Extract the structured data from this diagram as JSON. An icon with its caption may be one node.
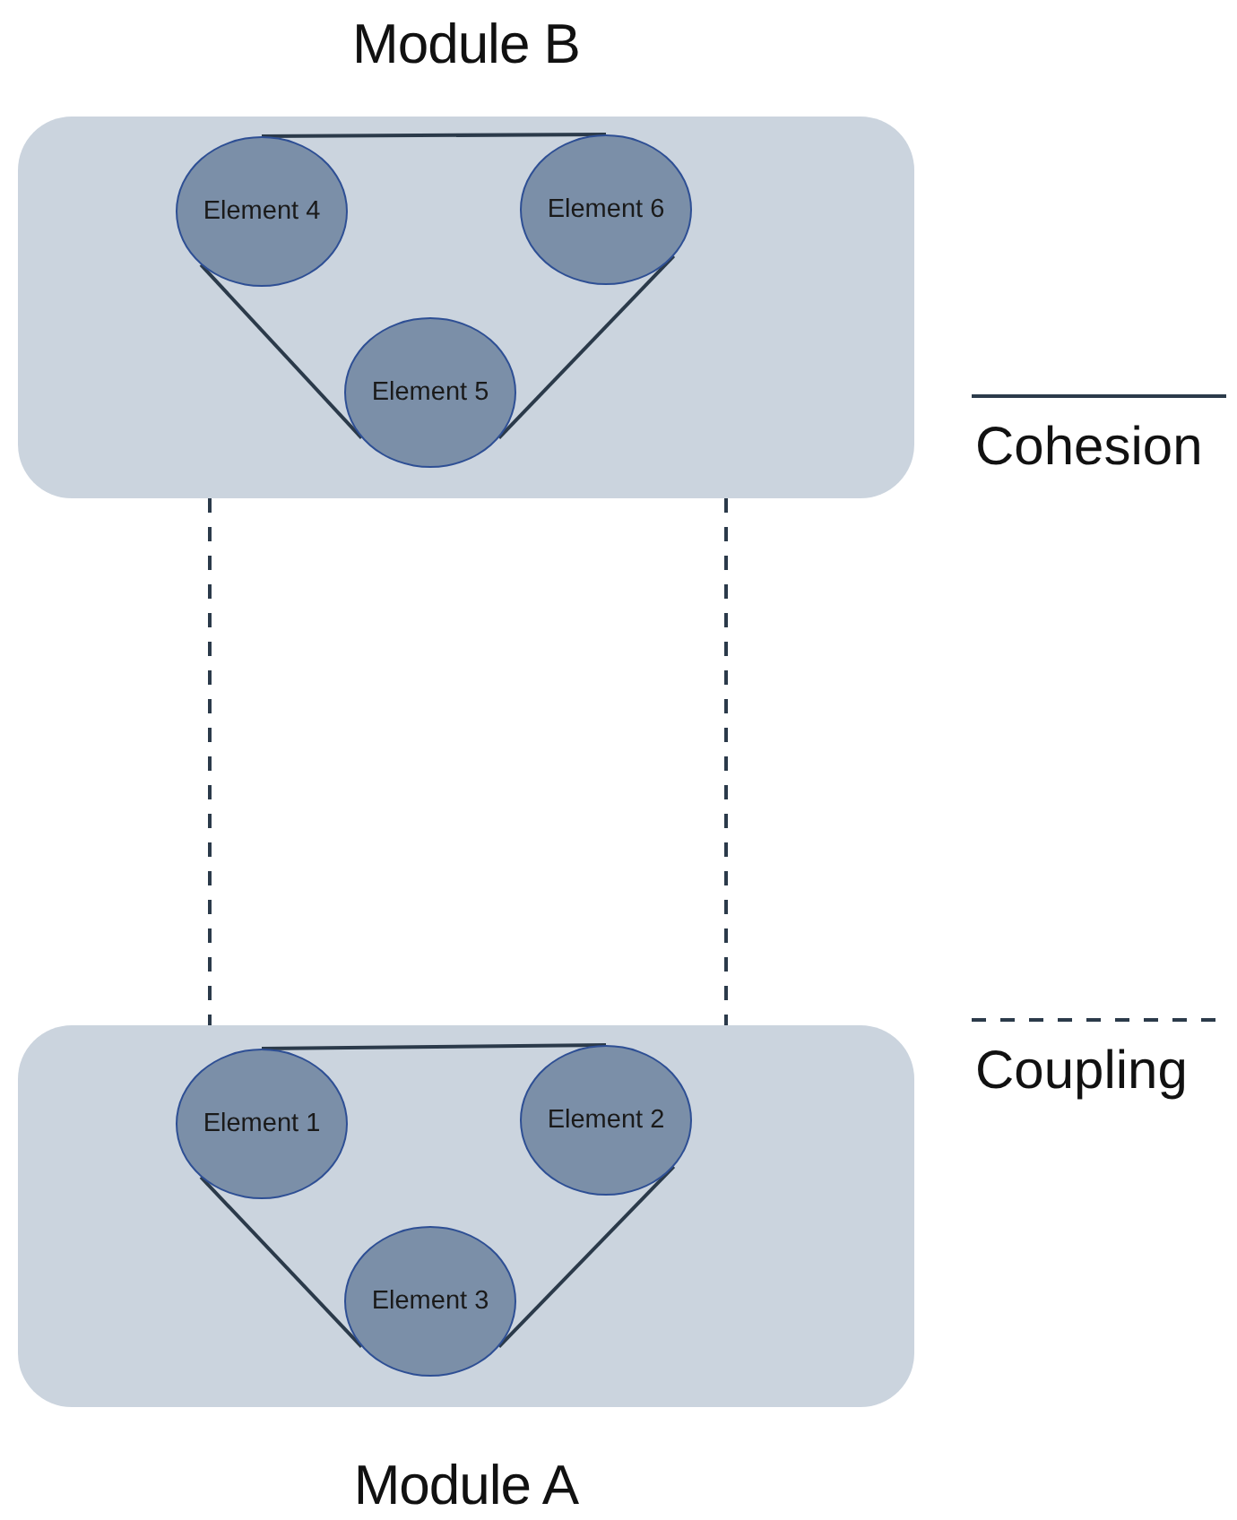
{
  "diagram": {
    "nodes": [
      {
        "text": [
          "Module B"
        ]
      },
      {
        "text": [
          "Element 4"
        ],
        "in": 0
      },
      {
        "text": [
          "Element 6"
        ],
        "in": 0
      },
      {
        "text": [
          "Element 5"
        ],
        "in": 0
      },
      {
        "text": [
          "Module A"
        ]
      },
      {
        "text": [
          "Element 1"
        ],
        "in": 4
      },
      {
        "text": [
          "Element 2"
        ],
        "in": 4
      },
      {
        "text": [
          "Element 3"
        ],
        "in": 4
      }
    ],
    "edges": [
      {
        "from": 1,
        "to": 2,
        "arrow": "none"
      },
      {
        "from": 1,
        "to": 3,
        "arrow": "none"
      },
      {
        "from": 2,
        "to": 3,
        "arrow": "none"
      },
      {
        "from": 5,
        "to": 6,
        "arrow": "none"
      },
      {
        "from": 5,
        "to": 7,
        "arrow": "none"
      },
      {
        "from": 6,
        "to": 7,
        "arrow": "none"
      },
      {
        "from": 0,
        "to": 4,
        "arrow": "none",
        "style": "dashed"
      },
      {
        "from": 0,
        "to": 4,
        "arrow": "none",
        "style": "dashed"
      }
    ],
    "legend": [
      {
        "text": "Cohesion"
      },
      {
        "text": "Coupling"
      }
    ]
  }
}
